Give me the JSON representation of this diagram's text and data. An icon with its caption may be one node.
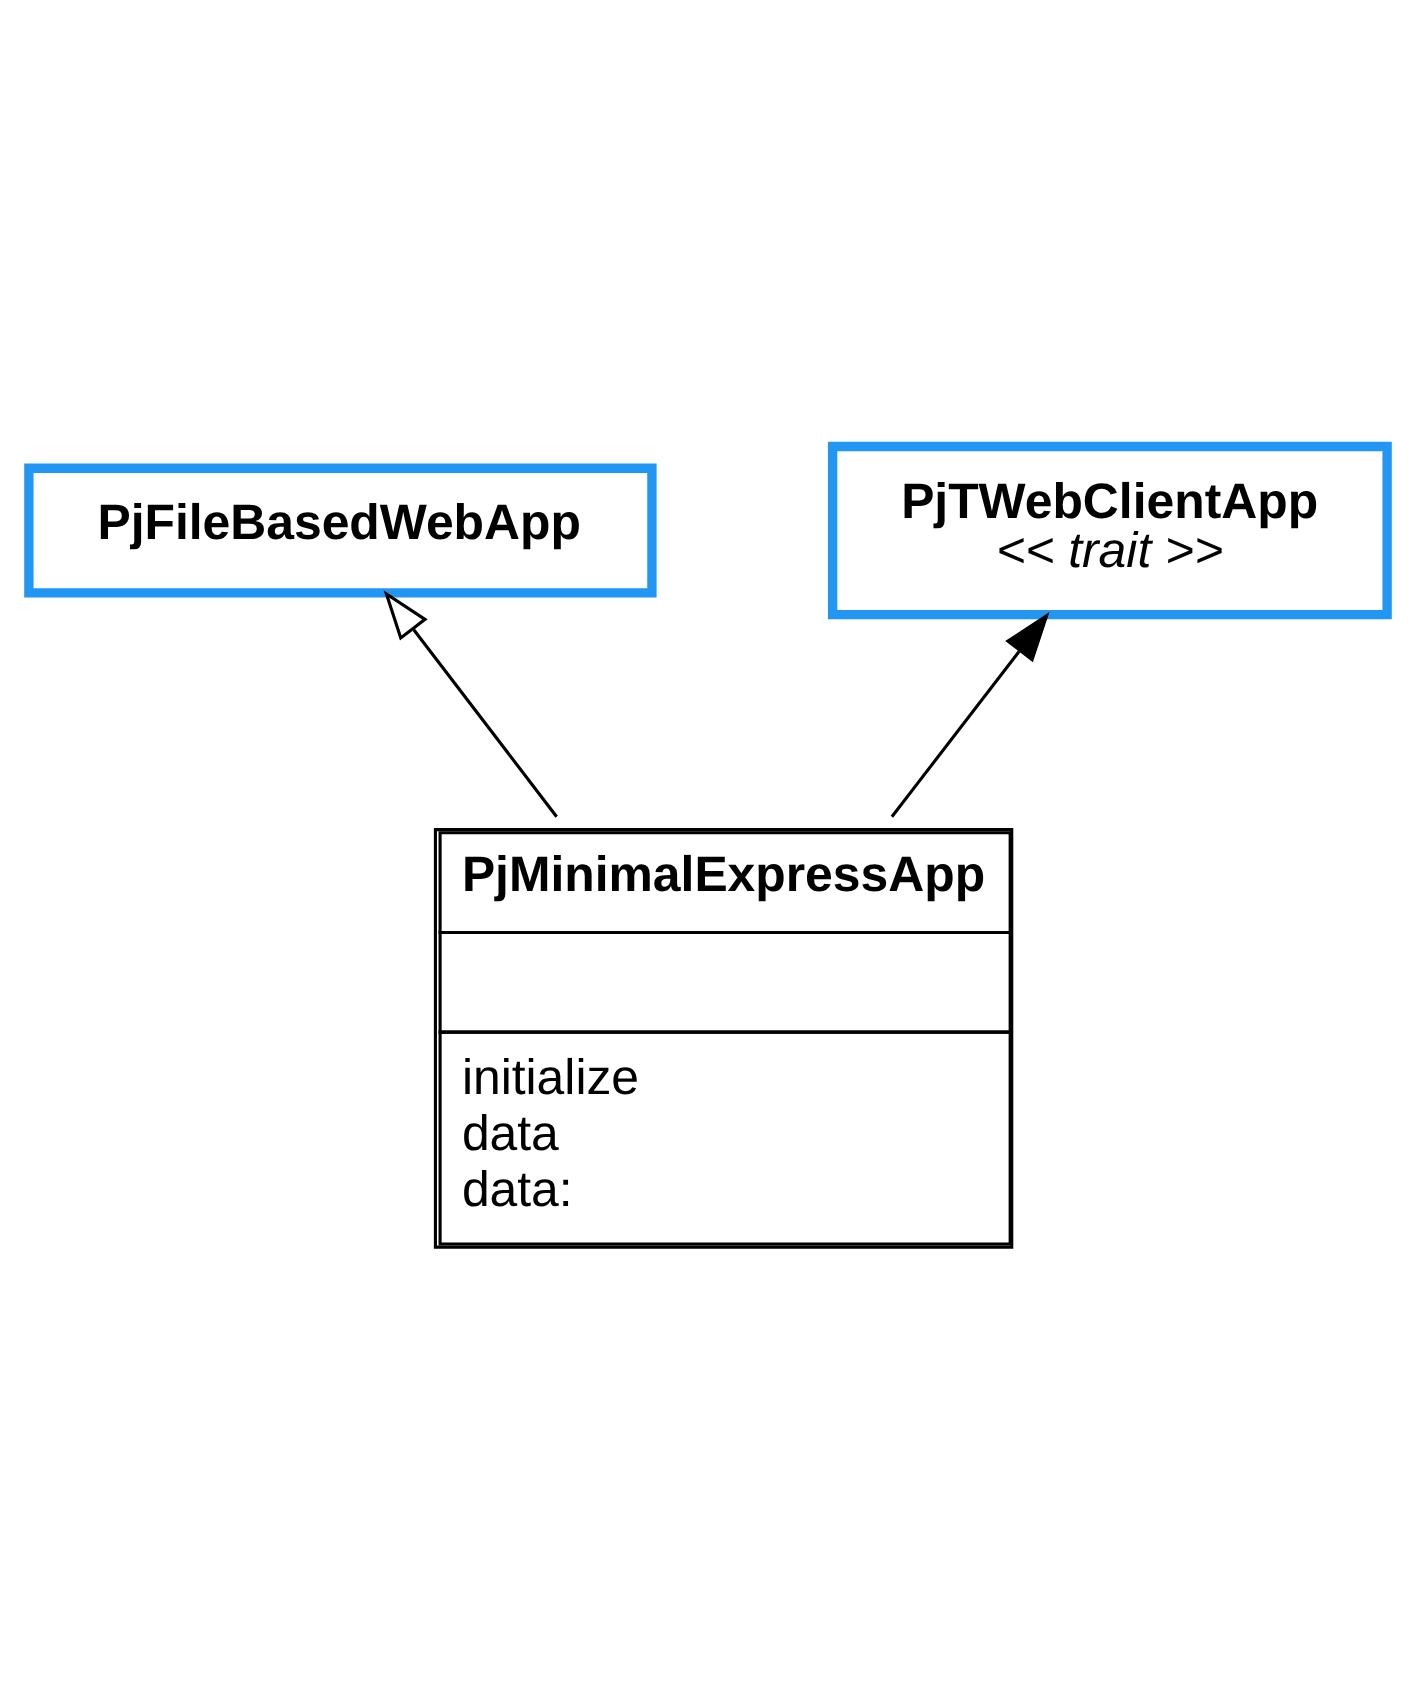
{
  "diagram": {
    "nodes": [
      {
        "text": [
          "PjFileBasedWebApp"
        ]
      },
      {
        "text": [
          "PjTWebClientApp",
          "<< trait >>"
        ]
      },
      {
        "text": [
          "PjMinimalExpressApp",
          "initialize",
          "data",
          "data:"
        ]
      }
    ],
    "edges": [
      {
        "from": 2,
        "to": 0,
        "arrow": "to"
      },
      {
        "from": 2,
        "to": 1,
        "arrow": "to"
      }
    ]
  }
}
